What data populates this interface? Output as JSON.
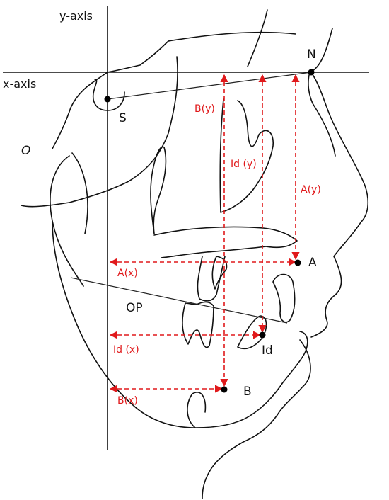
{
  "axes": {
    "y_axis": "y-axis",
    "x_axis": "x-axis"
  },
  "landmarks": {
    "N": "N",
    "S": "S",
    "A": "A",
    "B": "B",
    "Id": "Id",
    "OP": "OP",
    "O": "O"
  },
  "measurements": {
    "A_x": "A(x)",
    "A_y": "A(y)",
    "B_x": "B(x)",
    "B_y": "B(y)",
    "Id_x": "Id (x)",
    "Id_y": "Id (y)"
  },
  "colors": {
    "trace": "#111111",
    "measurement": "#e0191b"
  }
}
